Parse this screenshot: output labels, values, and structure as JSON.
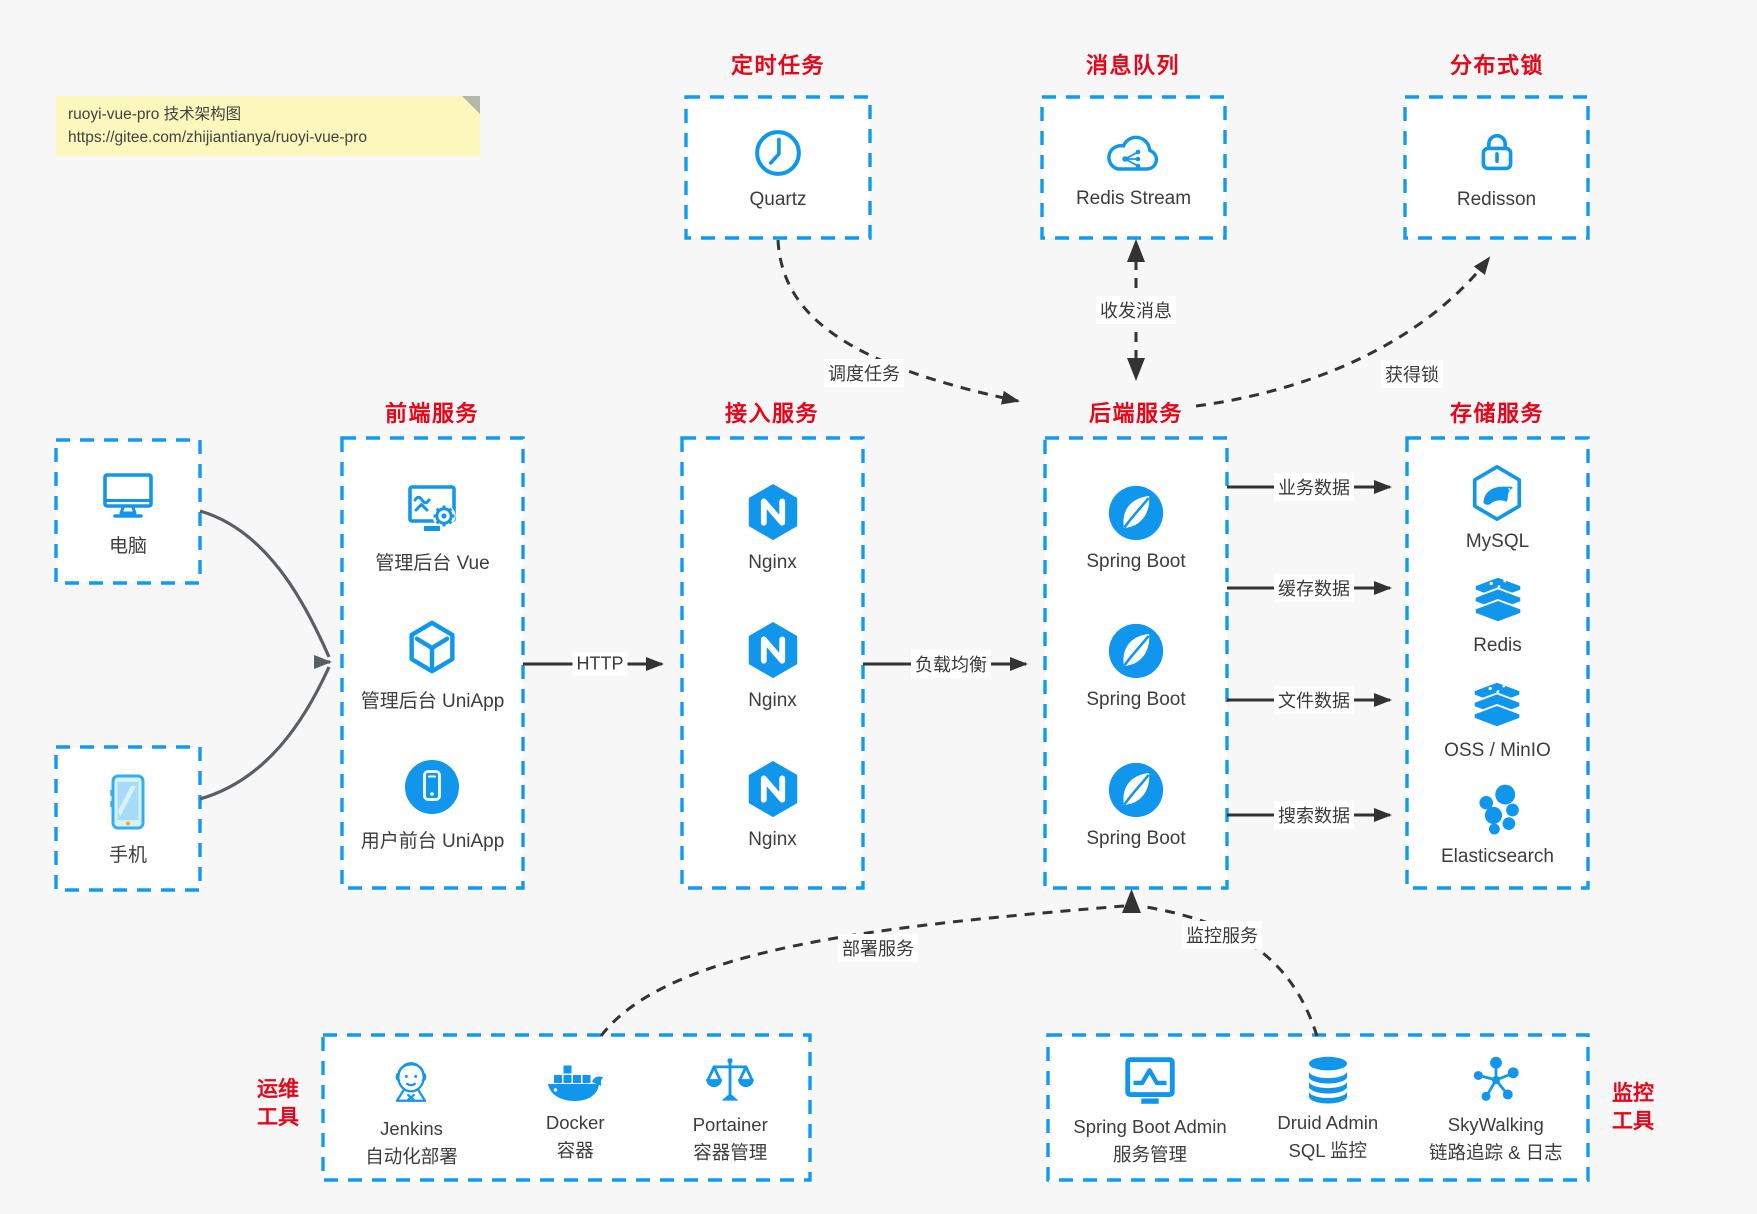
{
  "note": {
    "line1": "ruoyi-vue-pro 技术架构图",
    "line2": "https://gitee.com/zhijiantianya/ruoyi-vue-pro"
  },
  "colors": {
    "accent_border": "#0f9bf0",
    "icon_blue": "#1096ec",
    "title_red": "#e60619",
    "arrow_dark": "#333333",
    "curve_gray": "#5a5e63",
    "note_bg": "#fbf7bd",
    "page_bg": "#f7f7f8"
  },
  "groups": {
    "scheduled": {
      "title": "定时任务",
      "items": [
        {
          "icon": "clock-icon",
          "label": "Quartz"
        }
      ]
    },
    "mq": {
      "title": "消息队列",
      "items": [
        {
          "icon": "cloud-stream-icon",
          "label": "Redis Stream"
        }
      ]
    },
    "lock": {
      "title": "分布式锁",
      "items": [
        {
          "icon": "lock-icon",
          "label": "Redisson"
        }
      ]
    },
    "computer": {
      "items": [
        {
          "icon": "computer-icon",
          "label": "电脑"
        }
      ]
    },
    "phone": {
      "items": [
        {
          "icon": "phone-icon",
          "label": "手机"
        }
      ]
    },
    "frontend": {
      "title": "前端服务",
      "items": [
        {
          "icon": "admin-vue-icon",
          "label": "管理后台 Vue"
        },
        {
          "icon": "uniapp-cube-icon",
          "label": "管理后台 UniApp"
        },
        {
          "icon": "user-app-icon",
          "label": "用户前台 UniApp"
        }
      ]
    },
    "gateway": {
      "title": "接入服务",
      "items": [
        {
          "icon": "nginx-icon",
          "label": "Nginx"
        },
        {
          "icon": "nginx-icon",
          "label": "Nginx"
        },
        {
          "icon": "nginx-icon",
          "label": "Nginx"
        }
      ]
    },
    "backend": {
      "title": "后端服务",
      "items": [
        {
          "icon": "spring-boot-icon",
          "label": "Spring Boot"
        },
        {
          "icon": "spring-boot-icon",
          "label": "Spring Boot"
        },
        {
          "icon": "spring-boot-icon",
          "label": "Spring Boot"
        }
      ]
    },
    "storage": {
      "title": "存储服务",
      "items": [
        {
          "icon": "mysql-icon",
          "label": "MySQL"
        },
        {
          "icon": "redis-icon",
          "label": "Redis"
        },
        {
          "icon": "oss-icon",
          "label": "OSS / MinIO"
        },
        {
          "icon": "elasticsearch-icon",
          "label": "Elasticsearch"
        }
      ]
    },
    "ops": {
      "side_line1": "运维",
      "side_line2": "工具",
      "items": [
        {
          "icon": "jenkins-icon",
          "label": "Jenkins",
          "sublabel": "自动化部署"
        },
        {
          "icon": "docker-icon",
          "label": "Docker",
          "sublabel": "容器"
        },
        {
          "icon": "portainer-icon",
          "label": "Portainer",
          "sublabel": "容器管理"
        }
      ]
    },
    "monitoring": {
      "side_line1": "监控",
      "side_line2": "工具",
      "items": [
        {
          "icon": "spring-boot-admin-icon",
          "label": "Spring Boot Admin",
          "sublabel": "服务管理"
        },
        {
          "icon": "druid-icon",
          "label": "Druid Admin",
          "sublabel": "SQL 监控"
        },
        {
          "icon": "skywalking-icon",
          "label": "SkyWalking",
          "sublabel": "链路追踪 & 日志"
        }
      ]
    }
  },
  "edges": {
    "http": "HTTP",
    "load_balance": "负载均衡",
    "schedule_task": "调度任务",
    "send_receive_message": "收发消息",
    "acquire_lock": "获得锁",
    "business_data": "业务数据",
    "cache_data": "缓存数据",
    "file_data": "文件数据",
    "search_data": "搜索数据",
    "deploy_service": "部署服务",
    "monitor_service": "监控服务"
  }
}
